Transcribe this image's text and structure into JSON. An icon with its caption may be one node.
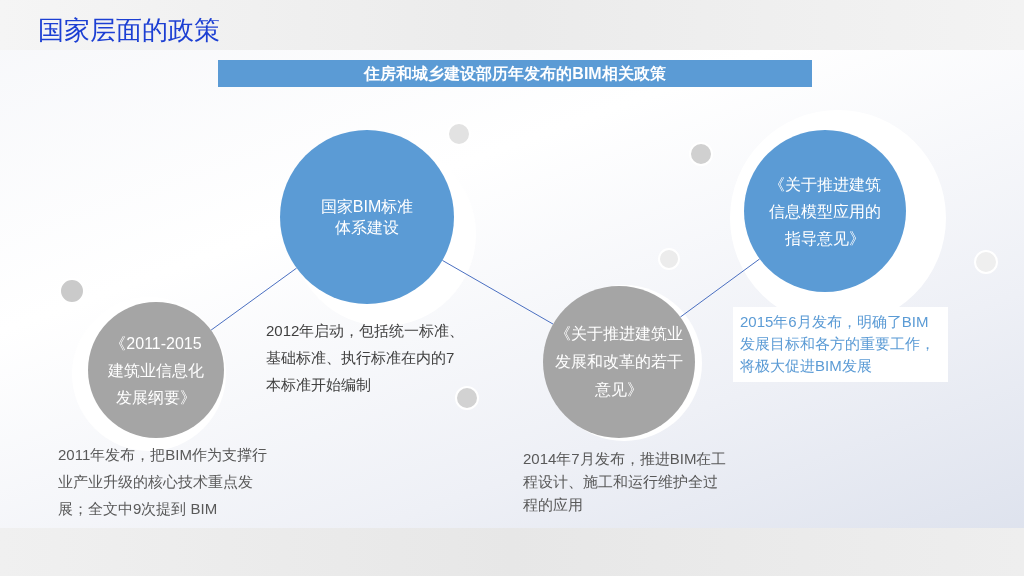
{
  "diagram": {
    "title": "国家层面的政策",
    "nodes": [
      {
        "text": [
          "住房和城乡建设部历年发布的BIM相关政策"
        ]
      },
      {
        "text": [
          "《2011-2015建筑业信息化发展纲要》"
        ],
        "beside": [
          "2011年发布，把BIM作为支撑行业产业升级的核心技术重点发展；全文中9次提到 BIM"
        ]
      },
      {
        "text": [
          "国家BIM标准体系建设"
        ],
        "beside": [
          "2012年启动，包括统一标准、基础标准、执行标准在内的7本标准开始编制"
        ]
      },
      {
        "text": [
          "《关于推进建筑业发展和改革的若干意见》"
        ],
        "beside": [
          "2014年7月发布，推进BIM在工程设计、施工和运行维护全过程的应用"
        ]
      },
      {
        "text": [
          "《关于推进建筑信息模型应用的指导意见》"
        ],
        "beside": [
          "2015年6月发布，明确了BIM发展目标和各方的重要工作，将极大促进BIM发展"
        ]
      }
    ],
    "edges": [
      {
        "from": 1,
        "to": 2,
        "arrow": "none"
      },
      {
        "from": 2,
        "to": 3,
        "arrow": "none"
      },
      {
        "from": 3,
        "to": 4,
        "arrow": "none"
      }
    ]
  }
}
